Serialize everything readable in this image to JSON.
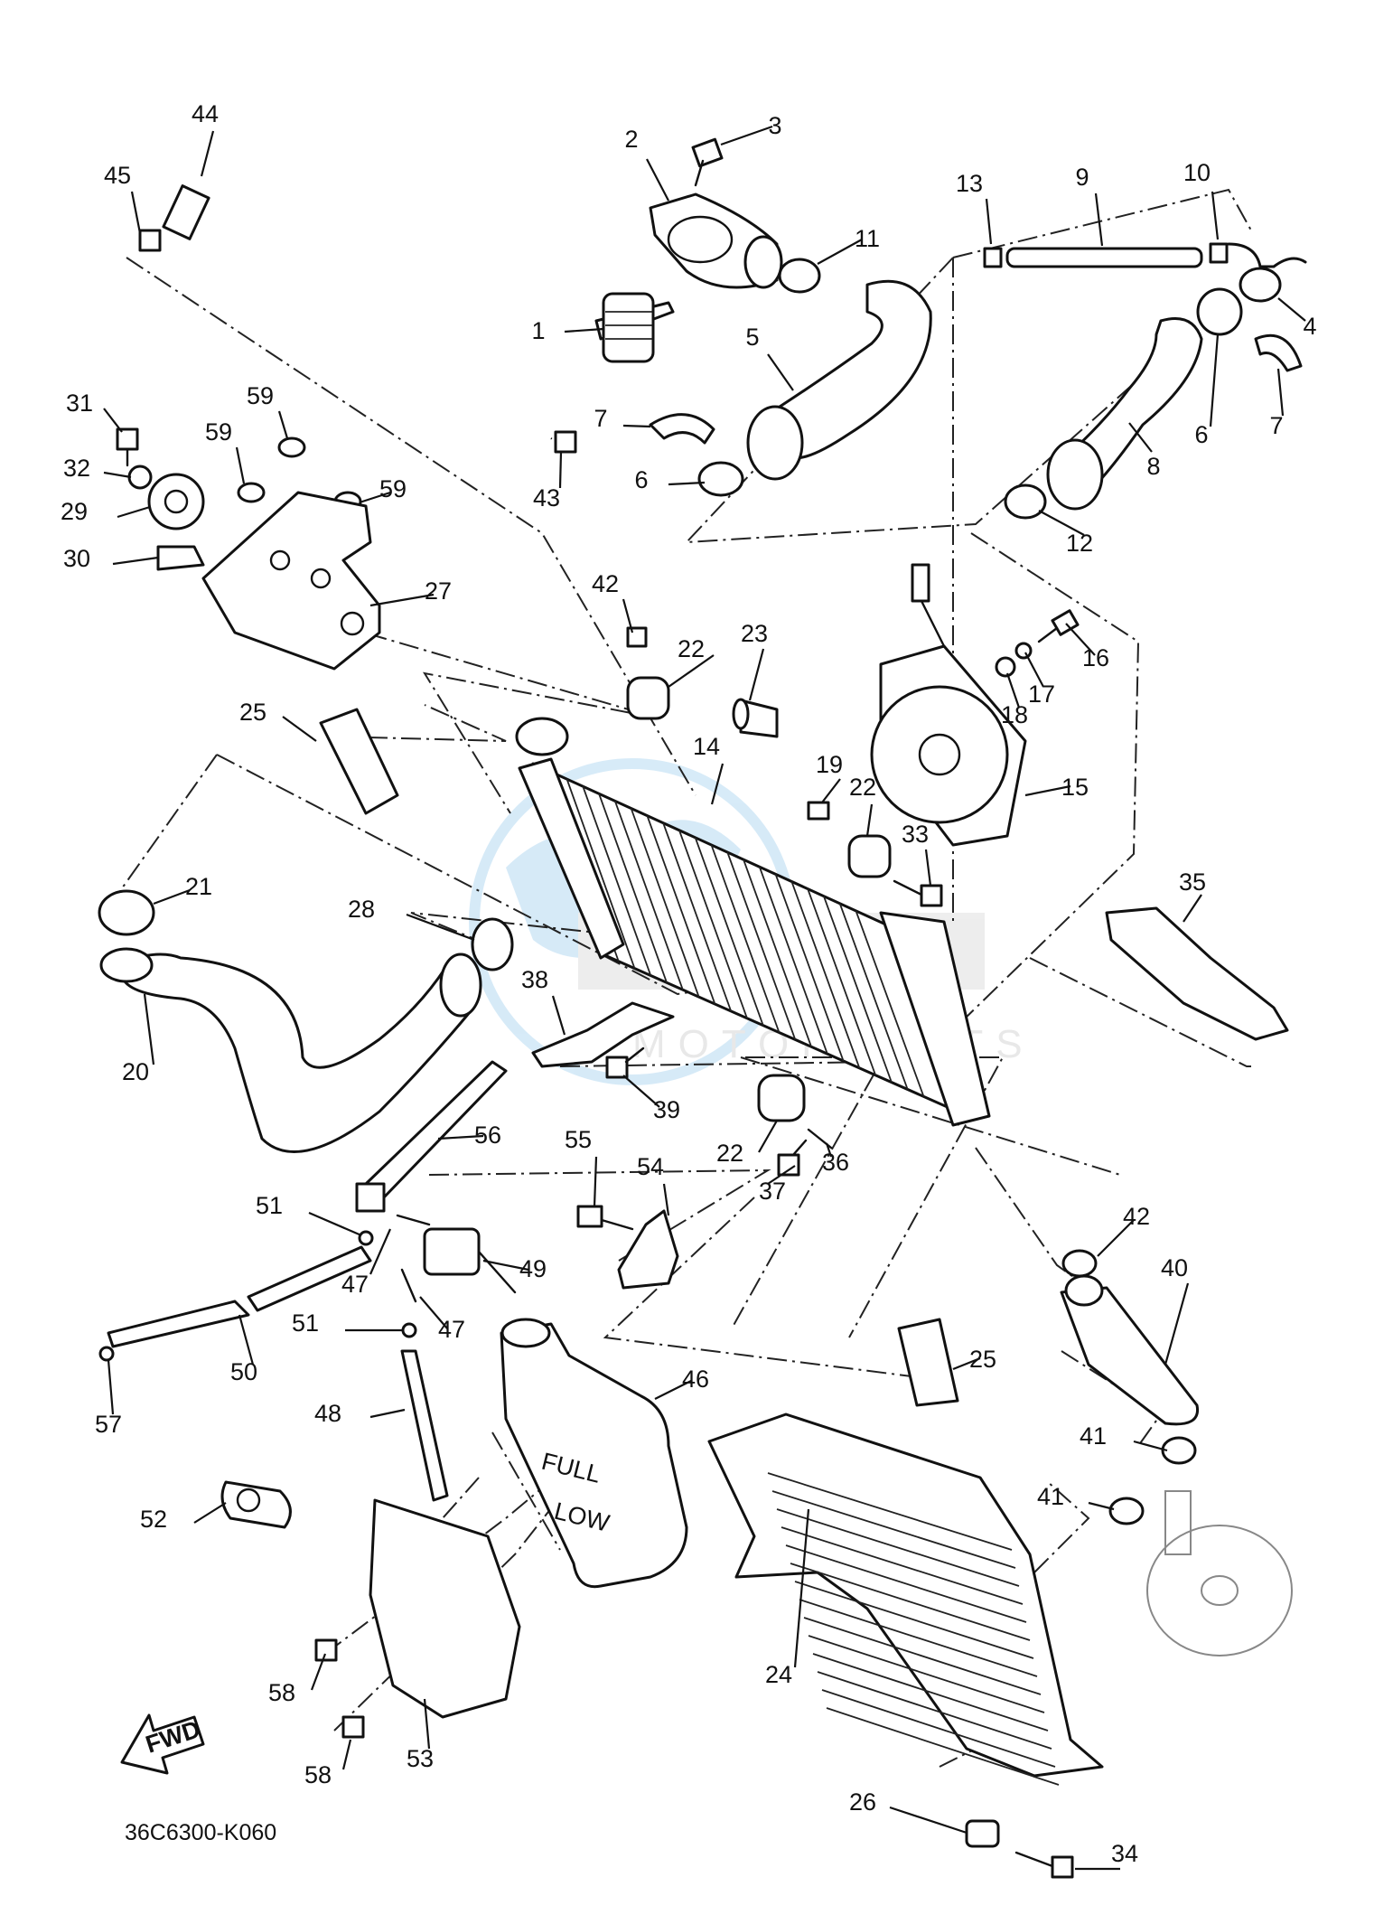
{
  "diagram": {
    "code": "36C6300-K060",
    "fwd_label": "FWD",
    "watermark": "MOTORPARTS"
  },
  "callouts": [
    {
      "n": "1"
    },
    {
      "n": "2"
    },
    {
      "n": "3"
    },
    {
      "n": "44"
    },
    {
      "n": "45"
    },
    {
      "n": "13"
    },
    {
      "n": "9"
    },
    {
      "n": "10"
    },
    {
      "n": "11"
    },
    {
      "n": "4"
    },
    {
      "n": "5"
    },
    {
      "n": "31"
    },
    {
      "n": "59"
    },
    {
      "n": "32"
    },
    {
      "n": "59"
    },
    {
      "n": "59"
    },
    {
      "n": "29"
    },
    {
      "n": "30"
    },
    {
      "n": "7"
    },
    {
      "n": "6"
    },
    {
      "n": "43"
    },
    {
      "n": "8"
    },
    {
      "n": "6"
    },
    {
      "n": "7"
    },
    {
      "n": "12"
    },
    {
      "n": "27"
    },
    {
      "n": "42"
    },
    {
      "n": "23"
    },
    {
      "n": "22"
    },
    {
      "n": "16"
    },
    {
      "n": "17"
    },
    {
      "n": "18"
    },
    {
      "n": "25"
    },
    {
      "n": "14"
    },
    {
      "n": "19"
    },
    {
      "n": "15"
    },
    {
      "n": "22"
    },
    {
      "n": "33"
    },
    {
      "n": "21"
    },
    {
      "n": "28"
    },
    {
      "n": "35"
    },
    {
      "n": "38"
    },
    {
      "n": "20"
    },
    {
      "n": "39"
    },
    {
      "n": "56"
    },
    {
      "n": "22"
    },
    {
      "n": "36"
    },
    {
      "n": "55"
    },
    {
      "n": "37"
    },
    {
      "n": "54"
    },
    {
      "n": "51"
    },
    {
      "n": "42"
    },
    {
      "n": "47"
    },
    {
      "n": "49"
    },
    {
      "n": "40"
    },
    {
      "n": "51"
    },
    {
      "n": "47"
    },
    {
      "n": "50"
    },
    {
      "n": "25"
    },
    {
      "n": "46"
    },
    {
      "n": "57"
    },
    {
      "n": "48"
    },
    {
      "n": "41"
    },
    {
      "n": "41"
    },
    {
      "n": "52"
    },
    {
      "n": "24"
    },
    {
      "n": "58"
    },
    {
      "n": "58"
    },
    {
      "n": "53"
    },
    {
      "n": "26"
    },
    {
      "n": "34"
    }
  ]
}
